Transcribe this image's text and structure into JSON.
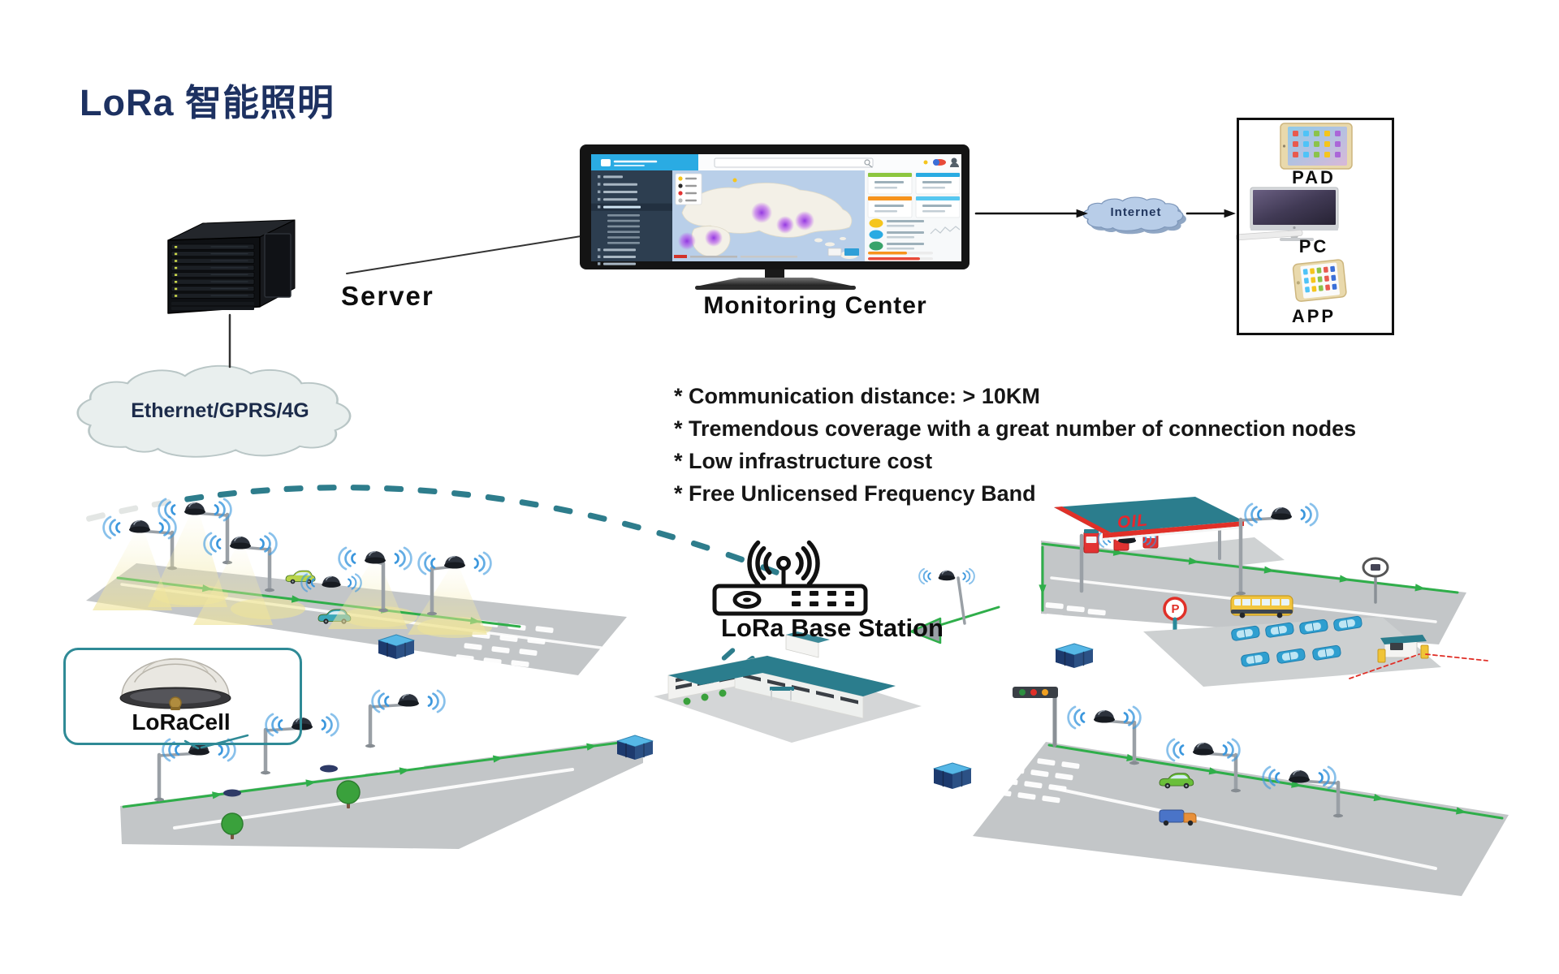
{
  "title": "LoRa 智能照明",
  "server": {
    "label": "Server"
  },
  "network_cloud": {
    "label": "Ethernet/GPRS/4G"
  },
  "monitor": {
    "caption": "Monitoring Center"
  },
  "internet_cloud": {
    "label": "Internet"
  },
  "devices_panel": {
    "pad_label": "PAD",
    "pc_label": "PC",
    "app_label": "APP"
  },
  "features": {
    "bullets": [
      "* Communication distance: > 10KM",
      "* Tremendous coverage with a great number of connection nodes",
      "* Low infrastructure cost",
      "* Free Unlicensed Frequency Band"
    ]
  },
  "base_station": {
    "label": "LoRa Base Station"
  },
  "lora_cell": {
    "label": "LoRaCell"
  },
  "scene": {
    "gas_sign": "OIL",
    "parking_sign": "P"
  },
  "colors": {
    "title_navy": "#1d3161",
    "accent_teal": "#2e7d8c",
    "wave_blue": "#3b97dd",
    "cable_green": "#2fae4a",
    "oil_red": "#e8262d",
    "road_gray": "#c3c6c8",
    "map_purple": "#a643e0"
  }
}
